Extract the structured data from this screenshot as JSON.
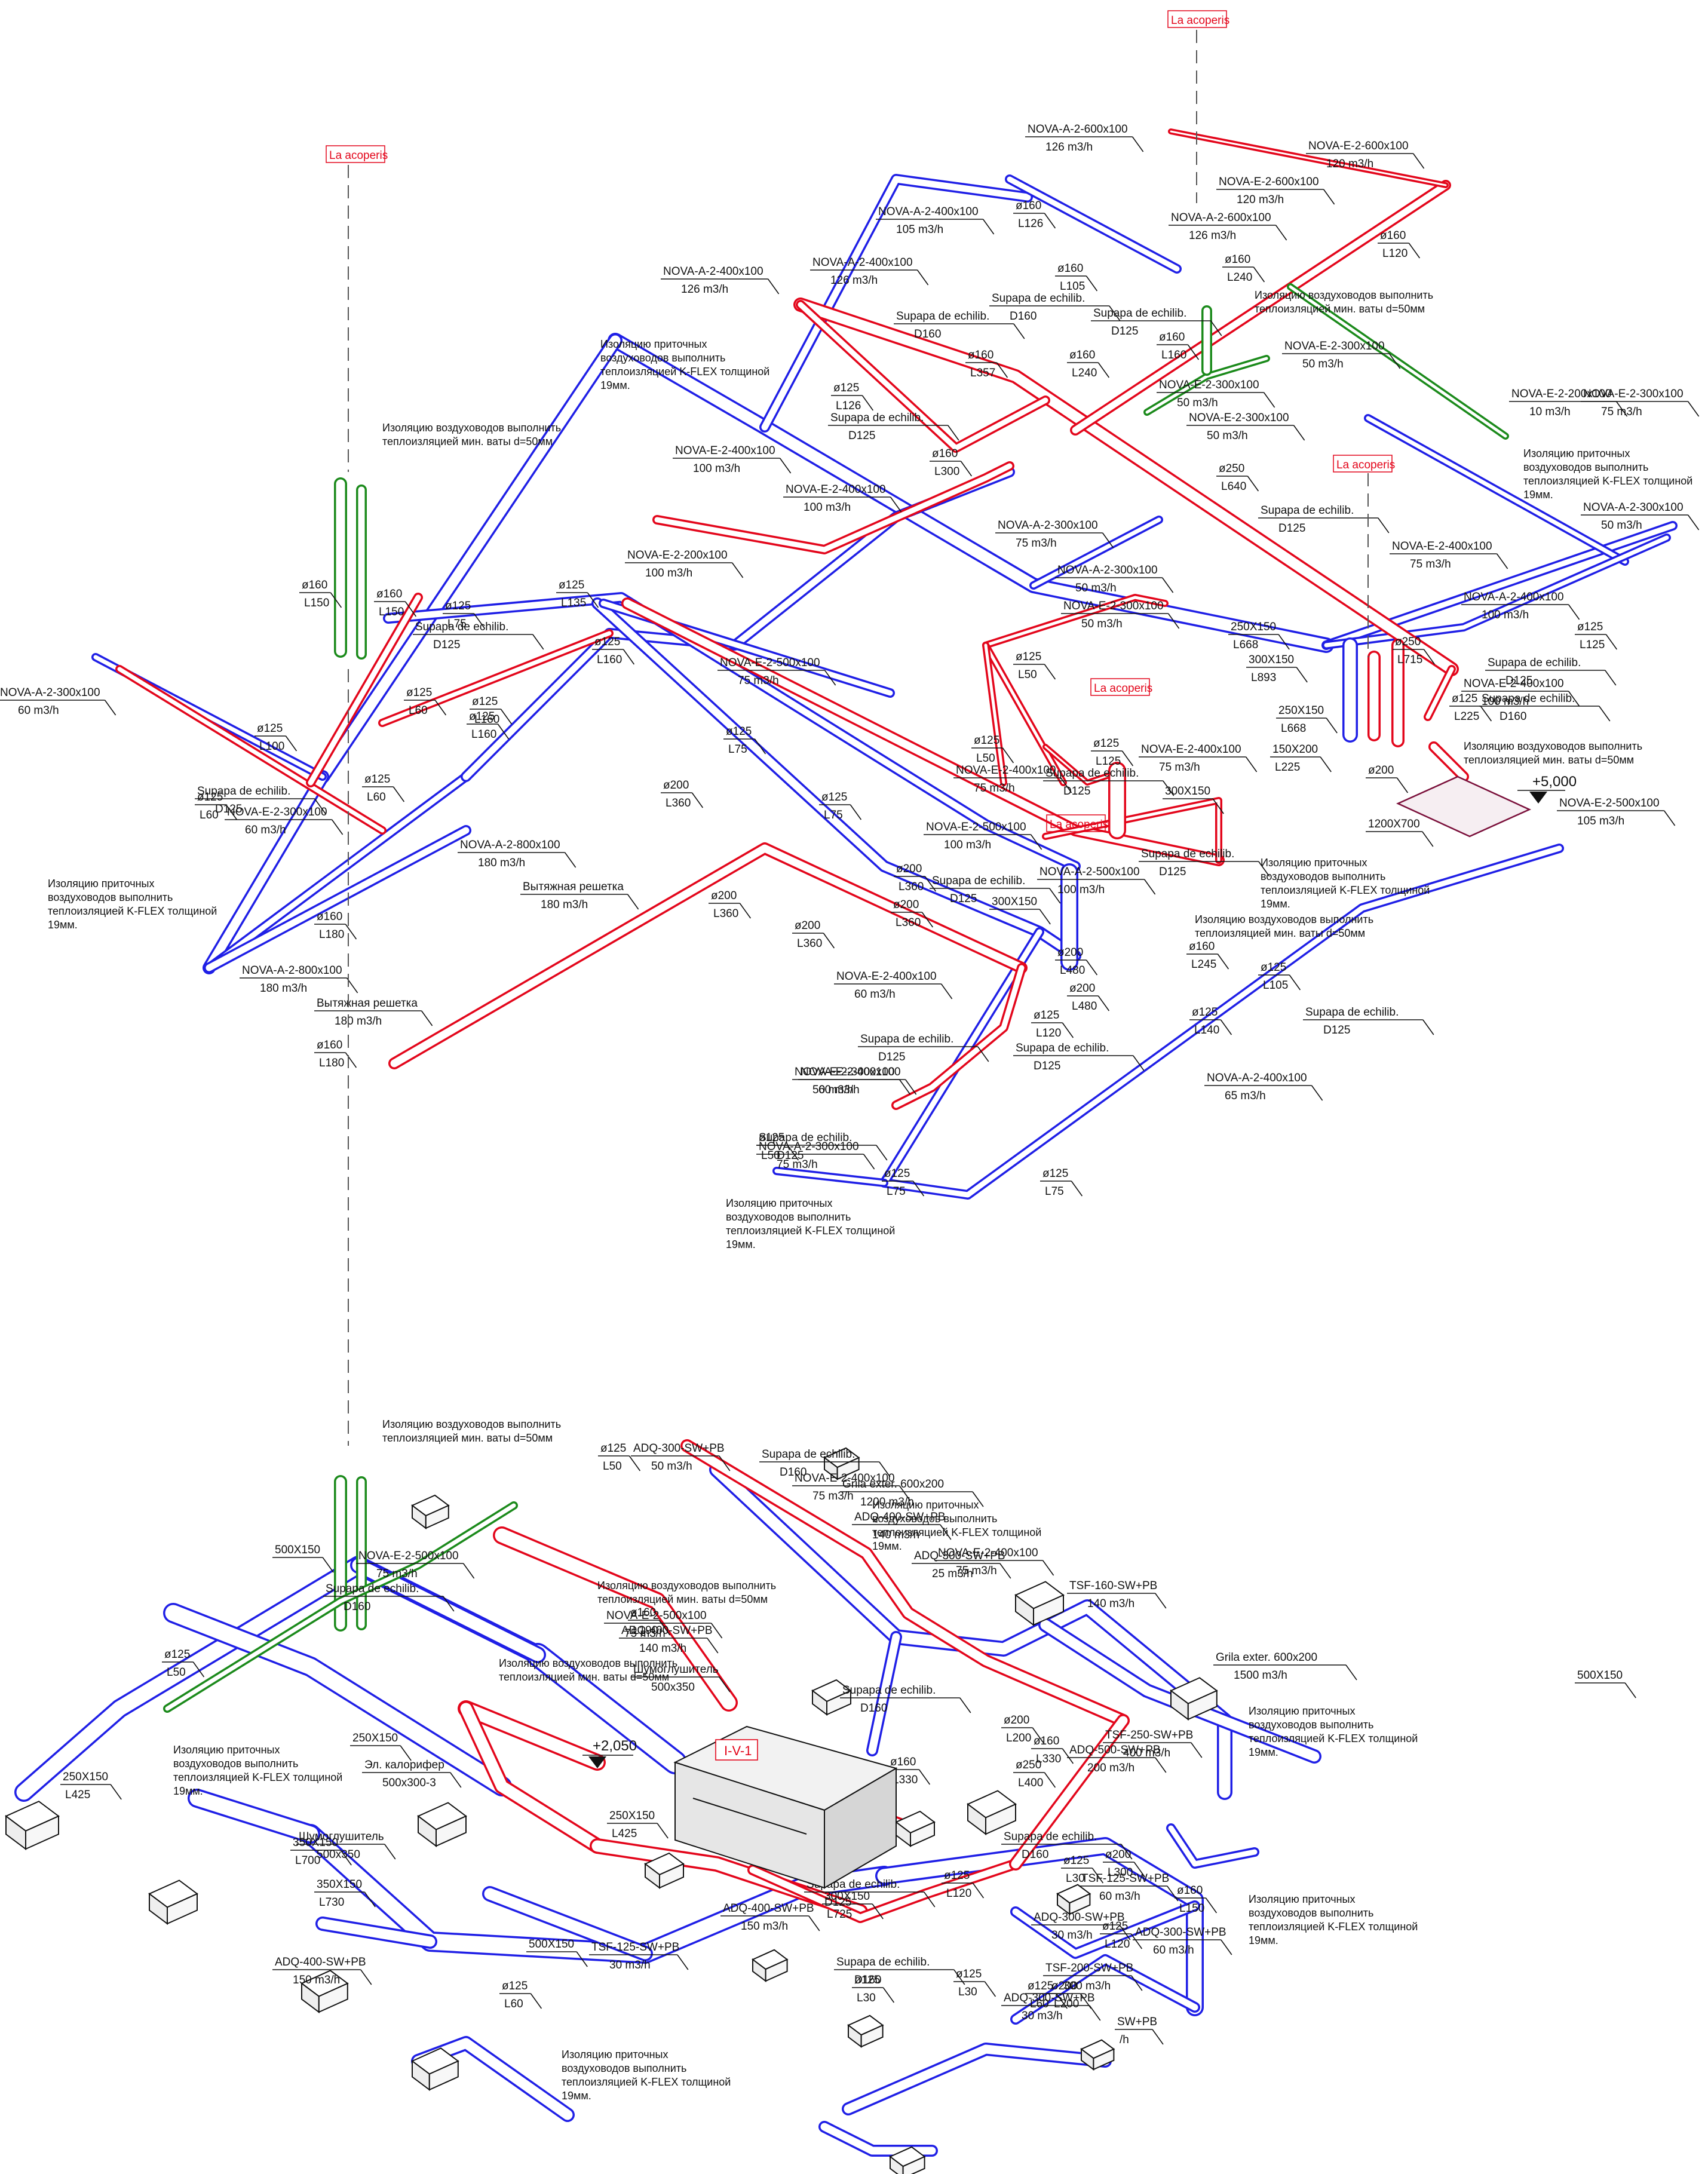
{
  "colors": {
    "supply": "#1f1fe6",
    "exhaust": "#e3061b",
    "outdoor": "#1b8a1b",
    "label": "#111111",
    "roof_box": "#e3061b"
  },
  "roof_markers": [
    "La acoperis",
    "La acoperis",
    "La acoperis",
    "La acoperis",
    "La acoperis"
  ],
  "elevations": [
    "+5,000",
    "+2,050"
  ],
  "unit": {
    "name": "I-V-1"
  },
  "notes": {
    "insulation_supply": "Изоляцию приточных воздуховодов выполнить теплоизляцией K-FLEX толщиной 19мм.",
    "insulation_wool": "Изоляцию воздуховодов выполнить теплоизляцией мин. ваты d=50мм"
  },
  "labels": [
    {
      "t": "NOVA-A-2-600x100",
      "s": "126 m3/h"
    },
    {
      "t": "NOVA-E-2-600x100",
      "s": "120 m3/h"
    },
    {
      "t": "NOVA-E-2-600x100",
      "s": "120 m3/h"
    },
    {
      "t": "NOVA-A-2-400x100",
      "s": "105 m3/h"
    },
    {
      "t": "ø160",
      "s": "L126"
    },
    {
      "t": "NOVA-A-2-600x100",
      "s": "126 m3/h"
    },
    {
      "t": "ø160",
      "s": "L120"
    },
    {
      "t": "ø160",
      "s": "L240"
    },
    {
      "t": "NOVA-A-2-400x100",
      "s": "126 m3/h"
    },
    {
      "t": "NOVA-A-2-400x100",
      "s": "126 m3/h"
    },
    {
      "t": "ø160",
      "s": "L105"
    },
    {
      "t": "Supapa de echilib.",
      "s": "D160"
    },
    {
      "t": "Supapa de echilib.",
      "s": "D125"
    },
    {
      "t": "Supapa de echilib.",
      "s": "D160"
    },
    {
      "t": "ø160",
      "s": "L160"
    },
    {
      "t": "NOVA-E-2-300x100",
      "s": "50 m3/h"
    },
    {
      "t": "NOVA-E-2-300x100",
      "s": "50 m3/h"
    },
    {
      "t": "NOVA-E-2-200x100",
      "s": "10 m3/h"
    },
    {
      "t": "NOVA-E-2-300x100",
      "s": "75 m3/h"
    },
    {
      "t": "NOVA-E-2-300x100",
      "s": "50 m3/h"
    },
    {
      "t": "ø160",
      "s": "L357"
    },
    {
      "t": "ø160",
      "s": "L240"
    },
    {
      "t": "ø125",
      "s": "L126"
    },
    {
      "t": "Supapa de echilib.",
      "s": "D125"
    },
    {
      "t": "NOVA-E-2-400x100",
      "s": "100 m3/h"
    },
    {
      "t": "NOVA-E-2-400x100",
      "s": "100 m3/h"
    },
    {
      "t": "ø160",
      "s": "L300"
    },
    {
      "t": "ø250",
      "s": "L640"
    },
    {
      "t": "NOVA-A-2-300x100",
      "s": "75 m3/h"
    },
    {
      "t": "NOVA-E-2-200x100",
      "s": "100 m3/h"
    },
    {
      "t": "NOVA-A-2-300x100",
      "s": "50 m3/h"
    },
    {
      "t": "Supapa de echilib.",
      "s": "D125"
    },
    {
      "t": "NOVA-E-2-400x100",
      "s": "75 m3/h"
    },
    {
      "t": "NOVA-A-2-300x100",
      "s": "50 m3/h"
    },
    {
      "t": "NOVA-E-2-300x100",
      "s": "50 m3/h"
    },
    {
      "t": "ø125",
      "s": "L135"
    },
    {
      "t": "ø160",
      "s": "L150"
    },
    {
      "t": "ø160",
      "s": "L150"
    },
    {
      "t": "ø125",
      "s": "L75"
    },
    {
      "t": "Supapa de echilib.",
      "s": "D125"
    },
    {
      "t": "NOVA-A-2-400x100",
      "s": "100 m3/h"
    },
    {
      "t": "Supapa de echilib.",
      "s": "D125"
    },
    {
      "t": "ø125",
      "s": "L125"
    },
    {
      "t": "250X150",
      "s": "L668"
    },
    {
      "t": "300X150",
      "s": "L893"
    },
    {
      "t": "ø250",
      "s": "L715"
    },
    {
      "t": "NOVA-E-2-400x100",
      "s": "100 m3/h"
    },
    {
      "t": "NOVA-A-2-300x100",
      "s": "60 m3/h"
    },
    {
      "t": "ø125",
      "s": "L160"
    },
    {
      "t": "NOVA-E-2-500x100",
      "s": "75 m3/h"
    },
    {
      "t": "ø125",
      "s": "L60"
    },
    {
      "t": "ø125",
      "s": "L160"
    },
    {
      "t": "ø125",
      "s": "L50"
    },
    {
      "t": "ø125",
      "s": "L225"
    },
    {
      "t": "Supapa de echilib.",
      "s": "D160"
    },
    {
      "t": "ø125",
      "s": "L100"
    },
    {
      "t": "ø125",
      "s": "L160"
    },
    {
      "t": "250X150",
      "s": "L668"
    },
    {
      "t": "150X200",
      "s": "L225"
    },
    {
      "t": "ø125",
      "s": "L60"
    },
    {
      "t": "Supapa de echilib.",
      "s": "D125"
    },
    {
      "t": "ø125",
      "s": "L75"
    },
    {
      "t": "ø125",
      "s": "L50"
    },
    {
      "t": "ø125",
      "s": "L125"
    },
    {
      "t": "NOVA-E-2-400x100",
      "s": "75 m3/h"
    },
    {
      "t": "ø200",
      "s": ""
    },
    {
      "t": "NOVA-E-2-400x100",
      "s": "75 m3/h"
    },
    {
      "t": "300X150",
      "s": ""
    },
    {
      "t": "ø125",
      "s": "L60"
    },
    {
      "t": "NOVA-E-2-300x100",
      "s": "60 m3/h"
    },
    {
      "t": "ø200",
      "s": "L360"
    },
    {
      "t": "ø125",
      "s": "L75"
    },
    {
      "t": "NOVA-E-2-500x100",
      "s": "105 m3/h"
    },
    {
      "t": "1200X700",
      "s": ""
    },
    {
      "t": "NOVA-A-2-800x100",
      "s": "180 m3/h"
    },
    {
      "t": "NOVA-E-2-500x100",
      "s": "100 m3/h"
    },
    {
      "t": "ø200",
      "s": "L360"
    },
    {
      "t": "Supapa de echilib.",
      "s": "D125"
    },
    {
      "t": "Supapa de echilib.",
      "s": "D125"
    },
    {
      "t": "Вытяжная решетка",
      "s": "180 m3/h"
    },
    {
      "t": "ø200",
      "s": "L360"
    },
    {
      "t": "ø200",
      "s": "L360"
    },
    {
      "t": "NOVA-A-2-500x100",
      "s": "100 m3/h"
    },
    {
      "t": "300X150",
      "s": ""
    },
    {
      "t": "ø160",
      "s": "L180"
    },
    {
      "t": "ø200",
      "s": "L360"
    },
    {
      "t": "ø160",
      "s": "L245"
    },
    {
      "t": "NOVA-A-2-800x100",
      "s": "180 m3/h"
    },
    {
      "t": "ø200",
      "s": "L480"
    },
    {
      "t": "ø125",
      "s": "L105"
    },
    {
      "t": "Supapa de echilib.",
      "s": "D125"
    },
    {
      "t": "Вытяжная решетка",
      "s": "180 m3/h"
    },
    {
      "t": "NOVA-E-2-400x100",
      "s": "60 m3/h"
    },
    {
      "t": "ø200",
      "s": "L480"
    },
    {
      "t": "ø160",
      "s": "L180"
    },
    {
      "t": "ø125",
      "s": "L120"
    },
    {
      "t": "ø125",
      "s": "L140"
    },
    {
      "t": "Supapa de echilib.",
      "s": "D125"
    },
    {
      "t": "Supapa de echilib.",
      "s": "D125"
    },
    {
      "t": "NOVA-E-2-400x100",
      "s": "60 m3/h"
    },
    {
      "t": "NOVA-A-2-400x100",
      "s": "65 m3/h"
    },
    {
      "t": "NOVA-A-2-300x100",
      "s": "75 m3/h"
    },
    {
      "t": "ø125",
      "s": "L75"
    },
    {
      "t": "ø125",
      "s": "L75"
    },
    {
      "t": "NOVA-E-2-300x100",
      "s": "50 m3/h"
    },
    {
      "t": "Supapa de echilib.",
      "s": "D125"
    },
    {
      "t": "Supapa de echilib.",
      "s": "D125"
    },
    {
      "t": "ø125",
      "s": "L50"
    },
    {
      "t": "ø125",
      "s": "L50"
    },
    {
      "t": "ADQ-300-SW+PB",
      "s": "50 m3/h"
    },
    {
      "t": "NOVA-E-2-400x100",
      "s": "75 m3/h"
    },
    {
      "t": "Supapa de echilib.",
      "s": "D160"
    },
    {
      "t": "ADQ-400-SW+PB",
      "s": "140 m3/h"
    },
    {
      "t": "Grila exter. 600x200",
      "s": "1200 m3/h"
    },
    {
      "t": "NOVA-E-2-400x100",
      "s": "75 m3/h"
    },
    {
      "t": "Grila exter. 600x200",
      "s": "1500 m3/h"
    },
    {
      "t": "500X150",
      "s": ""
    },
    {
      "t": "ø160",
      "s": "L190"
    },
    {
      "t": "NOVA-E-2-500x100",
      "s": "75 m3/h"
    },
    {
      "t": "Supapa de echilib.",
      "s": "D160"
    },
    {
      "t": "ADQ-400-SW+PB",
      "s": "140 m3/h"
    },
    {
      "t": "NOVA-E-2-500x100",
      "s": "75 m3/h"
    },
    {
      "t": "ADQ-300-SW+PB",
      "s": "25 m3/h"
    },
    {
      "t": "TSF-160-SW+PB",
      "s": "140 m3/h"
    },
    {
      "t": "500X150",
      "s": ""
    },
    {
      "t": "Шумоглушитель",
      "s": "500x350"
    },
    {
      "t": "ø125",
      "s": "L50"
    },
    {
      "t": "ø200",
      "s": "L200"
    },
    {
      "t": "Supapa de echilib.",
      "s": "D160"
    },
    {
      "t": "ø160",
      "s": "L330"
    },
    {
      "t": "TSF-250-SW+PB",
      "s": "400 m3/h"
    },
    {
      "t": "ø250",
      "s": "L400"
    },
    {
      "t": "250X150",
      "s": "L425"
    },
    {
      "t": "ø160",
      "s": "L330"
    },
    {
      "t": "ADQ-500-SW+PB",
      "s": "200 m3/h"
    },
    {
      "t": "Эл. калорифер",
      "s": "500x300-3"
    },
    {
      "t": "250X150",
      "s": ""
    },
    {
      "t": "TSF-160-SW+PB",
      "s": "140 m3/h"
    },
    {
      "t": "250X150",
      "s": "L425"
    },
    {
      "t": "Шумоглушитель",
      "s": "500x350"
    },
    {
      "t": "Supapa de echilib.",
      "s": "D160"
    },
    {
      "t": "ø200",
      "s": "L300"
    },
    {
      "t": "350X150",
      "s": "L700"
    },
    {
      "t": "350X150",
      "s": "L730"
    },
    {
      "t": "ø125",
      "s": "L120"
    },
    {
      "t": "ø125",
      "s": "L30"
    },
    {
      "t": "TSF-200-SW+PB",
      "s": "300 m3/h"
    },
    {
      "t": "500X150",
      "s": ""
    },
    {
      "t": "TSF-125-SW+PB",
      "s": "60 m3/h"
    },
    {
      "t": "300X150",
      "s": "L725"
    },
    {
      "t": "ADQ-400-SW+PB",
      "s": "150 m3/h"
    },
    {
      "t": "ø160",
      "s": "L150"
    },
    {
      "t": "ADQ-300-SW+PB",
      "s": "30 m3/h"
    },
    {
      "t": "Supapa de echilib.",
      "s": "D125"
    },
    {
      "t": "ø125",
      "s": "L120"
    },
    {
      "t": "ADQ-300-SW+PB",
      "s": "60 m3/h"
    },
    {
      "t": "ADQ-400-SW+PB",
      "s": "150 m3/h"
    },
    {
      "t": "TSF-125-SW+PB",
      "s": "30 m3/h"
    },
    {
      "t": "ø125",
      "s": "L60"
    },
    {
      "t": "ø125",
      "s": "L30"
    },
    {
      "t": "ø125",
      "s": "L60"
    },
    {
      "t": "Supapa de echilib.",
      "s": "D160"
    },
    {
      "t": "ADQ-300-SW+PB",
      "s": "30 m3/h"
    },
    {
      "t": "ø125",
      "s": "L30"
    },
    {
      "t": "ø200",
      "s": "L200"
    },
    {
      "t": "SW+PB",
      "s": "/h"
    }
  ]
}
